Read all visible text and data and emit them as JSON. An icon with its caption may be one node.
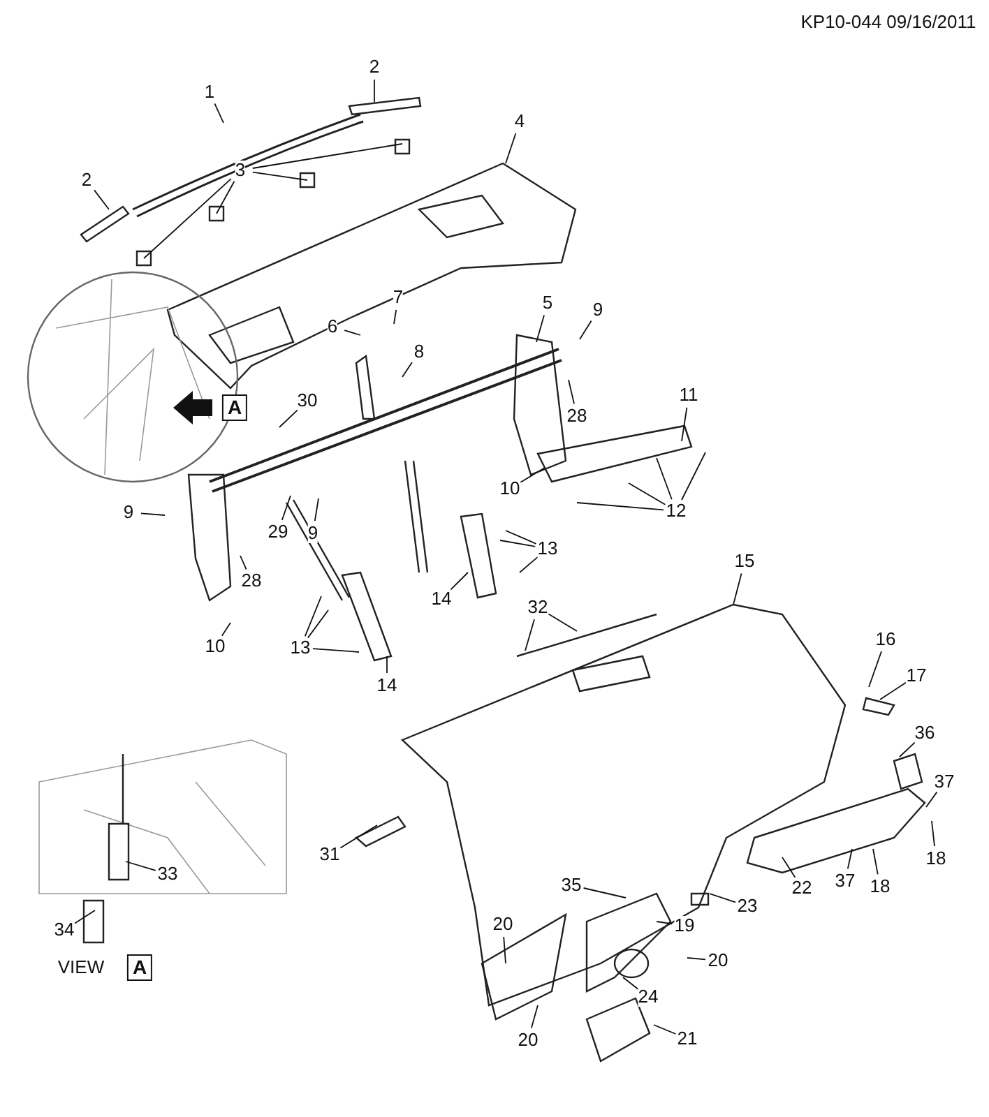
{
  "diagram": {
    "nodes": [
      {
        "text": [
          "1"
        ]
      },
      {
        "text": [
          "2"
        ]
      },
      {
        "text": [
          "2"
        ]
      },
      {
        "text": [
          "3"
        ]
      },
      {
        "text": [
          "4"
        ]
      },
      {
        "text": [
          "7"
        ]
      },
      {
        "text": [
          "6"
        ]
      },
      {
        "text": [
          "5"
        ]
      },
      {
        "text": [
          "9"
        ]
      },
      {
        "text": [
          "8"
        ]
      },
      {
        "text": [
          "30"
        ]
      },
      {
        "text": [
          "28"
        ]
      },
      {
        "text": [
          "11"
        ]
      },
      {
        "text": [
          "10"
        ]
      },
      {
        "text": [
          "12"
        ]
      },
      {
        "text": [
          "9"
        ]
      },
      {
        "text": [
          "29"
        ]
      },
      {
        "text": [
          "9"
        ]
      },
      {
        "text": [
          "28"
        ]
      },
      {
        "text": [
          "13"
        ]
      },
      {
        "text": [
          "14"
        ]
      },
      {
        "text": [
          "10"
        ]
      },
      {
        "text": [
          "13"
        ]
      },
      {
        "text": [
          "14"
        ]
      },
      {
        "text": [
          "32"
        ]
      },
      {
        "text": [
          "15"
        ]
      },
      {
        "text": [
          "16"
        ]
      },
      {
        "text": [
          "17"
        ]
      },
      {
        "text": [
          "36"
        ]
      },
      {
        "text": [
          "31"
        ]
      },
      {
        "text": [
          "33"
        ]
      },
      {
        "text": [
          "37"
        ]
      },
      {
        "text": [
          "18"
        ]
      },
      {
        "text": [
          "34"
        ]
      },
      {
        "text": [
          "35"
        ]
      },
      {
        "text": [
          "23"
        ]
      },
      {
        "text": [
          "22"
        ]
      },
      {
        "text": [
          "37"
        ]
      },
      {
        "text": [
          "18"
        ]
      },
      {
        "text": [
          "20"
        ]
      },
      {
        "text": [
          "19"
        ]
      },
      {
        "text": [
          "20"
        ]
      },
      {
        "text": [
          "24"
        ]
      },
      {
        "text": [
          "20"
        ]
      },
      {
        "text": [
          "21"
        ]
      }
    ],
    "edges": [
      {
        "from": 0,
        "to": null,
        "arrow": "none"
      },
      {
        "from": 1,
        "to": null,
        "arrow": "none"
      },
      {
        "from": 2,
        "to": null,
        "arrow": "none"
      },
      {
        "from": 3,
        "to": null,
        "arrow": "none"
      },
      {
        "from": 3,
        "to": null,
        "arrow": "none"
      },
      {
        "from": 3,
        "to": null,
        "arrow": "none"
      },
      {
        "from": 3,
        "to": null,
        "arrow": "none"
      },
      {
        "from": 4,
        "to": null,
        "arrow": "none"
      },
      {
        "from": 5,
        "to": null,
        "arrow": "none"
      },
      {
        "from": 6,
        "to": null,
        "arrow": "none"
      },
      {
        "from": 7,
        "to": null,
        "arrow": "none"
      },
      {
        "from": 8,
        "to": null,
        "arrow": "none"
      },
      {
        "from": 9,
        "to": null,
        "arrow": "none"
      },
      {
        "from": 10,
        "to": null,
        "arrow": "none"
      },
      {
        "from": 11,
        "to": null,
        "arrow": "none"
      },
      {
        "from": 12,
        "to": null,
        "arrow": "none"
      },
      {
        "from": 13,
        "to": null,
        "arrow": "none"
      },
      {
        "from": 14,
        "to": null,
        "arrow": "none"
      },
      {
        "from": 14,
        "to": null,
        "arrow": "none"
      },
      {
        "from": 14,
        "to": null,
        "arrow": "none"
      },
      {
        "from": 14,
        "to": null,
        "arrow": "none"
      },
      {
        "from": 15,
        "to": null,
        "arrow": "none"
      },
      {
        "from": 16,
        "to": null,
        "arrow": "none"
      },
      {
        "from": 17,
        "to": null,
        "arrow": "none"
      },
      {
        "from": 18,
        "to": null,
        "arrow": "none"
      },
      {
        "from": 19,
        "to": null,
        "arrow": "none"
      },
      {
        "from": 19,
        "to": null,
        "arrow": "none"
      },
      {
        "from": 19,
        "to": null,
        "arrow": "none"
      },
      {
        "from": 20,
        "to": null,
        "arrow": "none"
      },
      {
        "from": 21,
        "to": null,
        "arrow": "none"
      },
      {
        "from": 22,
        "to": null,
        "arrow": "none"
      },
      {
        "from": 22,
        "to": null,
        "arrow": "none"
      },
      {
        "from": 22,
        "to": null,
        "arrow": "none"
      },
      {
        "from": 23,
        "to": null,
        "arrow": "none"
      },
      {
        "from": 24,
        "to": null,
        "arrow": "none"
      },
      {
        "from": 24,
        "to": null,
        "arrow": "none"
      },
      {
        "from": 25,
        "to": null,
        "arrow": "none"
      },
      {
        "from": 26,
        "to": null,
        "arrow": "none"
      },
      {
        "from": 27,
        "to": null,
        "arrow": "none"
      },
      {
        "from": 28,
        "to": null,
        "arrow": "none"
      },
      {
        "from": 29,
        "to": null,
        "arrow": "none"
      },
      {
        "from": 30,
        "to": null,
        "arrow": "none"
      },
      {
        "from": 31,
        "to": null,
        "arrow": "none"
      },
      {
        "from": 32,
        "to": null,
        "arrow": "none"
      },
      {
        "from": 33,
        "to": null,
        "arrow": "none"
      },
      {
        "from": 34,
        "to": null,
        "arrow": "none"
      },
      {
        "from": 35,
        "to": null,
        "arrow": "none"
      },
      {
        "from": 36,
        "to": null,
        "arrow": "none"
      },
      {
        "from": 37,
        "to": null,
        "arrow": "none"
      },
      {
        "from": 38,
        "to": null,
        "arrow": "none"
      },
      {
        "from": 39,
        "to": null,
        "arrow": "none"
      },
      {
        "from": 40,
        "to": null,
        "arrow": "none"
      },
      {
        "from": 41,
        "to": null,
        "arrow": "none"
      },
      {
        "from": 42,
        "to": null,
        "arrow": "none"
      },
      {
        "from": 43,
        "to": null,
        "arrow": "none"
      },
      {
        "from": 44,
        "to": null,
        "arrow": "none"
      }
    ],
    "labels": [
      "KP10-044 09/16/2011",
      "A",
      "VIEW",
      "A"
    ]
  }
}
